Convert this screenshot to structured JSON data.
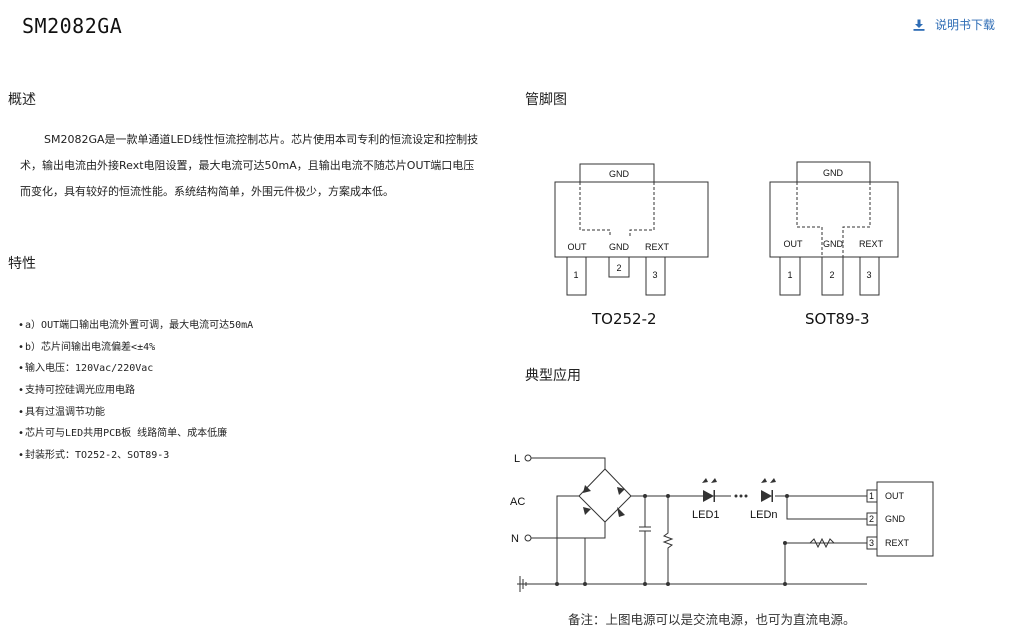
{
  "header": {
    "title": "SM2082GA",
    "download_label": "说明书下载",
    "download_icon": "download-icon"
  },
  "overview": {
    "heading": "概述",
    "text": "SM2082GA是一款单通道LED线性恒流控制芯片。芯片使用本司专利的恒流设定和控制技术，输出电流由外接Rext电阻设置，最大电流可达50mA，且输出电流不随芯片OUT端口电压而变化，具有较好的恒流性能。系统结构简单，外围元件极少，方案成本低。"
  },
  "features": {
    "heading": "特性",
    "items": [
      "a）OUT端口输出电流外置可调，最大电流可达50mA",
      "b）芯片间输出电流偏差<±4%",
      "输入电压：120Vac/220Vac",
      "支持可控硅调光应用电路",
      "具有过温调节功能",
      "芯片可与LED共用PCB板 线路简单、成本低廉",
      "封装形式：TO252-2、SOT89-3"
    ]
  },
  "pinout": {
    "heading": "管脚图",
    "packages": [
      {
        "name": "TO252-2",
        "top_pin": "GND",
        "pin_labels": [
          "OUT",
          "GND",
          "REXT"
        ],
        "pin_numbers": [
          "1",
          "2",
          "3"
        ]
      },
      {
        "name": "SOT89-3",
        "top_pin": "GND",
        "pin_labels": [
          "OUT",
          "GND",
          "REXT"
        ],
        "pin_numbers": [
          "1",
          "2",
          "3"
        ]
      }
    ]
  },
  "application": {
    "heading": "典型应用",
    "labels": {
      "l": "L",
      "ac": "AC",
      "n": "N",
      "led1": "LED1",
      "ledn": "LEDn"
    },
    "chip_pins": [
      {
        "num": "1",
        "name": "OUT"
      },
      {
        "num": "2",
        "name": "GND"
      },
      {
        "num": "3",
        "name": "REXT"
      }
    ],
    "note": "备注：上图电源可以是交流电源，也可为直流电源。"
  }
}
